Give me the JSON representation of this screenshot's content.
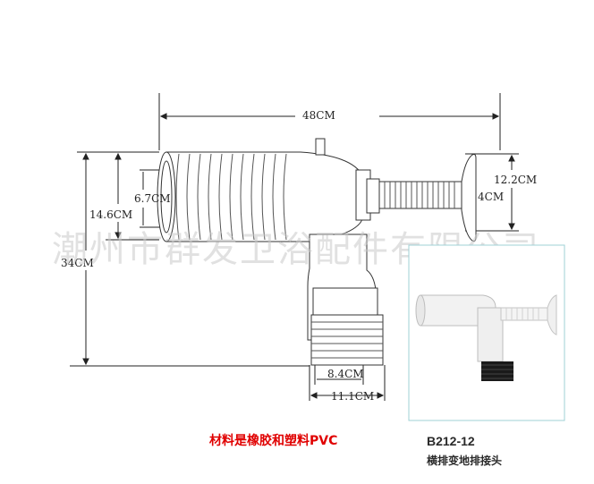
{
  "dimensions": {
    "width_48": "48CM",
    "height_12_2": "12.2CM",
    "dia_4": "4CM",
    "dia_6_7": "6.7CM",
    "dia_14_6": "14.6CM",
    "height_34": "34CM",
    "dia_8_4": "8.4CM",
    "dia_11_1": "11.1CM"
  },
  "watermark": "潮州市群发卫浴配件有限公司",
  "material_note": "材料是橡胶和塑料PVC",
  "product": {
    "code": "B212-12",
    "name": "横排变地排接头"
  },
  "colors": {
    "frame_border": "#9fd0d6",
    "material_text": "#e00000",
    "line": "#222222"
  }
}
